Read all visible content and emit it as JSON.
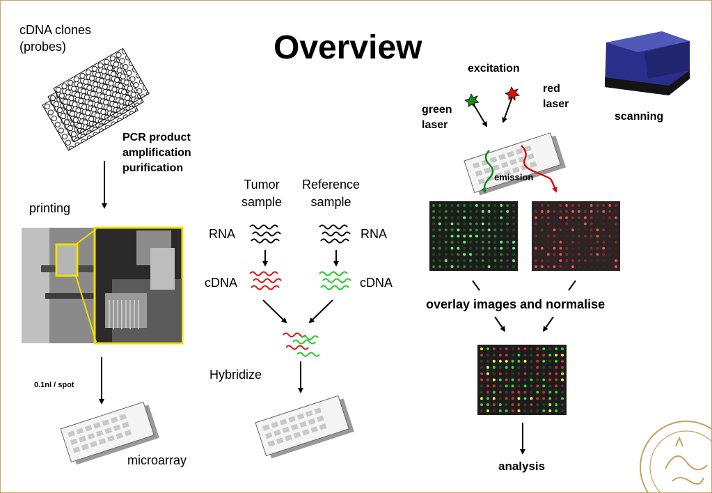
{
  "title": "Overview",
  "left": {
    "cdna_clones": "cDNA clones\n(probes)",
    "pcr": "PCR product\namplification\npurification",
    "printing": "printing",
    "volume": "0.1nl / spot",
    "microarray": "microarray"
  },
  "middle": {
    "tumor": "Tumor\nsample",
    "reference": "Reference\nsample",
    "rna_left": "RNA",
    "rna_right": "RNA",
    "cdna_left": "cDNA",
    "cdna_right": "cDNA",
    "hybridize": "Hybridize"
  },
  "right": {
    "excitation": "excitation",
    "green_laser": "green\nlaser",
    "red_laser": "red\nlaser",
    "scanning": "scanning",
    "emission": "emission",
    "overlay": "overlay images and normalise",
    "analysis": "analysis"
  },
  "colors": {
    "green": "#22cc22",
    "red": "#dd1111",
    "yellow": "#f0e000",
    "slide_gray": "#d8d8d8",
    "scanner_blue": "#2a2f8c",
    "seal": "#c8a060"
  }
}
